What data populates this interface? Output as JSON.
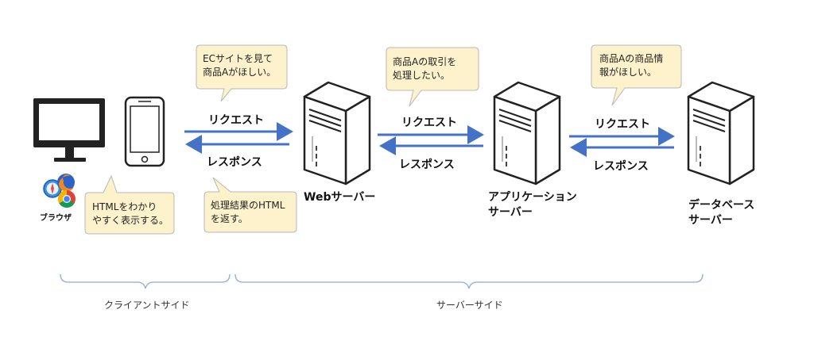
{
  "client": {
    "browser_label": "ブラウザ",
    "icons": [
      "monitor-icon",
      "smartphone-icon",
      "safari-icon",
      "firefox-icon",
      "chrome-icon"
    ]
  },
  "bubbles": {
    "ec_site": "ECサイトを見て\n商品Aがほしい。",
    "html_display": "HTMLをわかり\nやすく表示する。",
    "return_html": "処理結果のHTML\nを返す。",
    "transaction": "商品Aの取引を\n処理したい。",
    "product_info": "商品Aの商品情\n報がほしい。"
  },
  "arrows": {
    "request": "リクエスト",
    "response": "レスポンス"
  },
  "servers": {
    "web": "Webサーバー",
    "app": "アプリケーション\nサーバー",
    "db": "データベース\nサーバー"
  },
  "ranges": {
    "client_side": "クライアントサイド",
    "server_side": "サーバーサイド"
  },
  "colors": {
    "arrow": "#4472c4",
    "bubble_fill": "#fdf2cc",
    "bubble_stroke": "#b8b8b8",
    "brace": "#8eaadb",
    "outline": "#222222"
  }
}
